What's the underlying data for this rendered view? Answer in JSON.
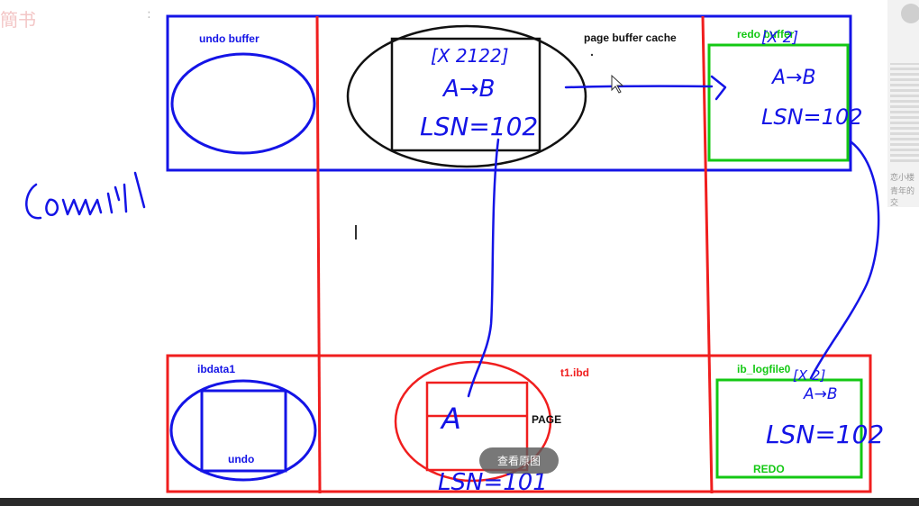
{
  "watermark": {
    "logo": "簡书",
    "mark": ":"
  },
  "diagram": {
    "undo_buffer": "undo buffer",
    "page_buffer_cache": "page buffer cache",
    "redo_buffer": "redo buffer",
    "ibdata1": "ibdata1",
    "undo": "undo",
    "t1_ibd": "t1.ibd",
    "page": "PAGE",
    "ib_logfile0": "ib_logfile0",
    "redo": "REDO"
  },
  "handwriting": {
    "commit": "commit",
    "buffer_page_x": "[X 2122]",
    "buffer_page_ab": "A→B",
    "buffer_page_lsn": "LSN=102",
    "redo_buffer_x": "[X 2]",
    "redo_buffer_ab": "A→B",
    "redo_buffer_lsn": "LSN=102",
    "logfile_x": "[X 2]",
    "logfile_ab": "A→B",
    "logfile_lsn": "LSN=102",
    "disk_page_a": "A",
    "disk_page_lsn": "LSN=101"
  },
  "overlay": {
    "view_original_button": "查看原图"
  },
  "side_panel": {
    "text1": "恋小楼",
    "text2": "青年的交"
  },
  "colors": {
    "blue": "#1414e6",
    "red": "#f01e1e",
    "green": "#14c814",
    "black": "#111111"
  }
}
